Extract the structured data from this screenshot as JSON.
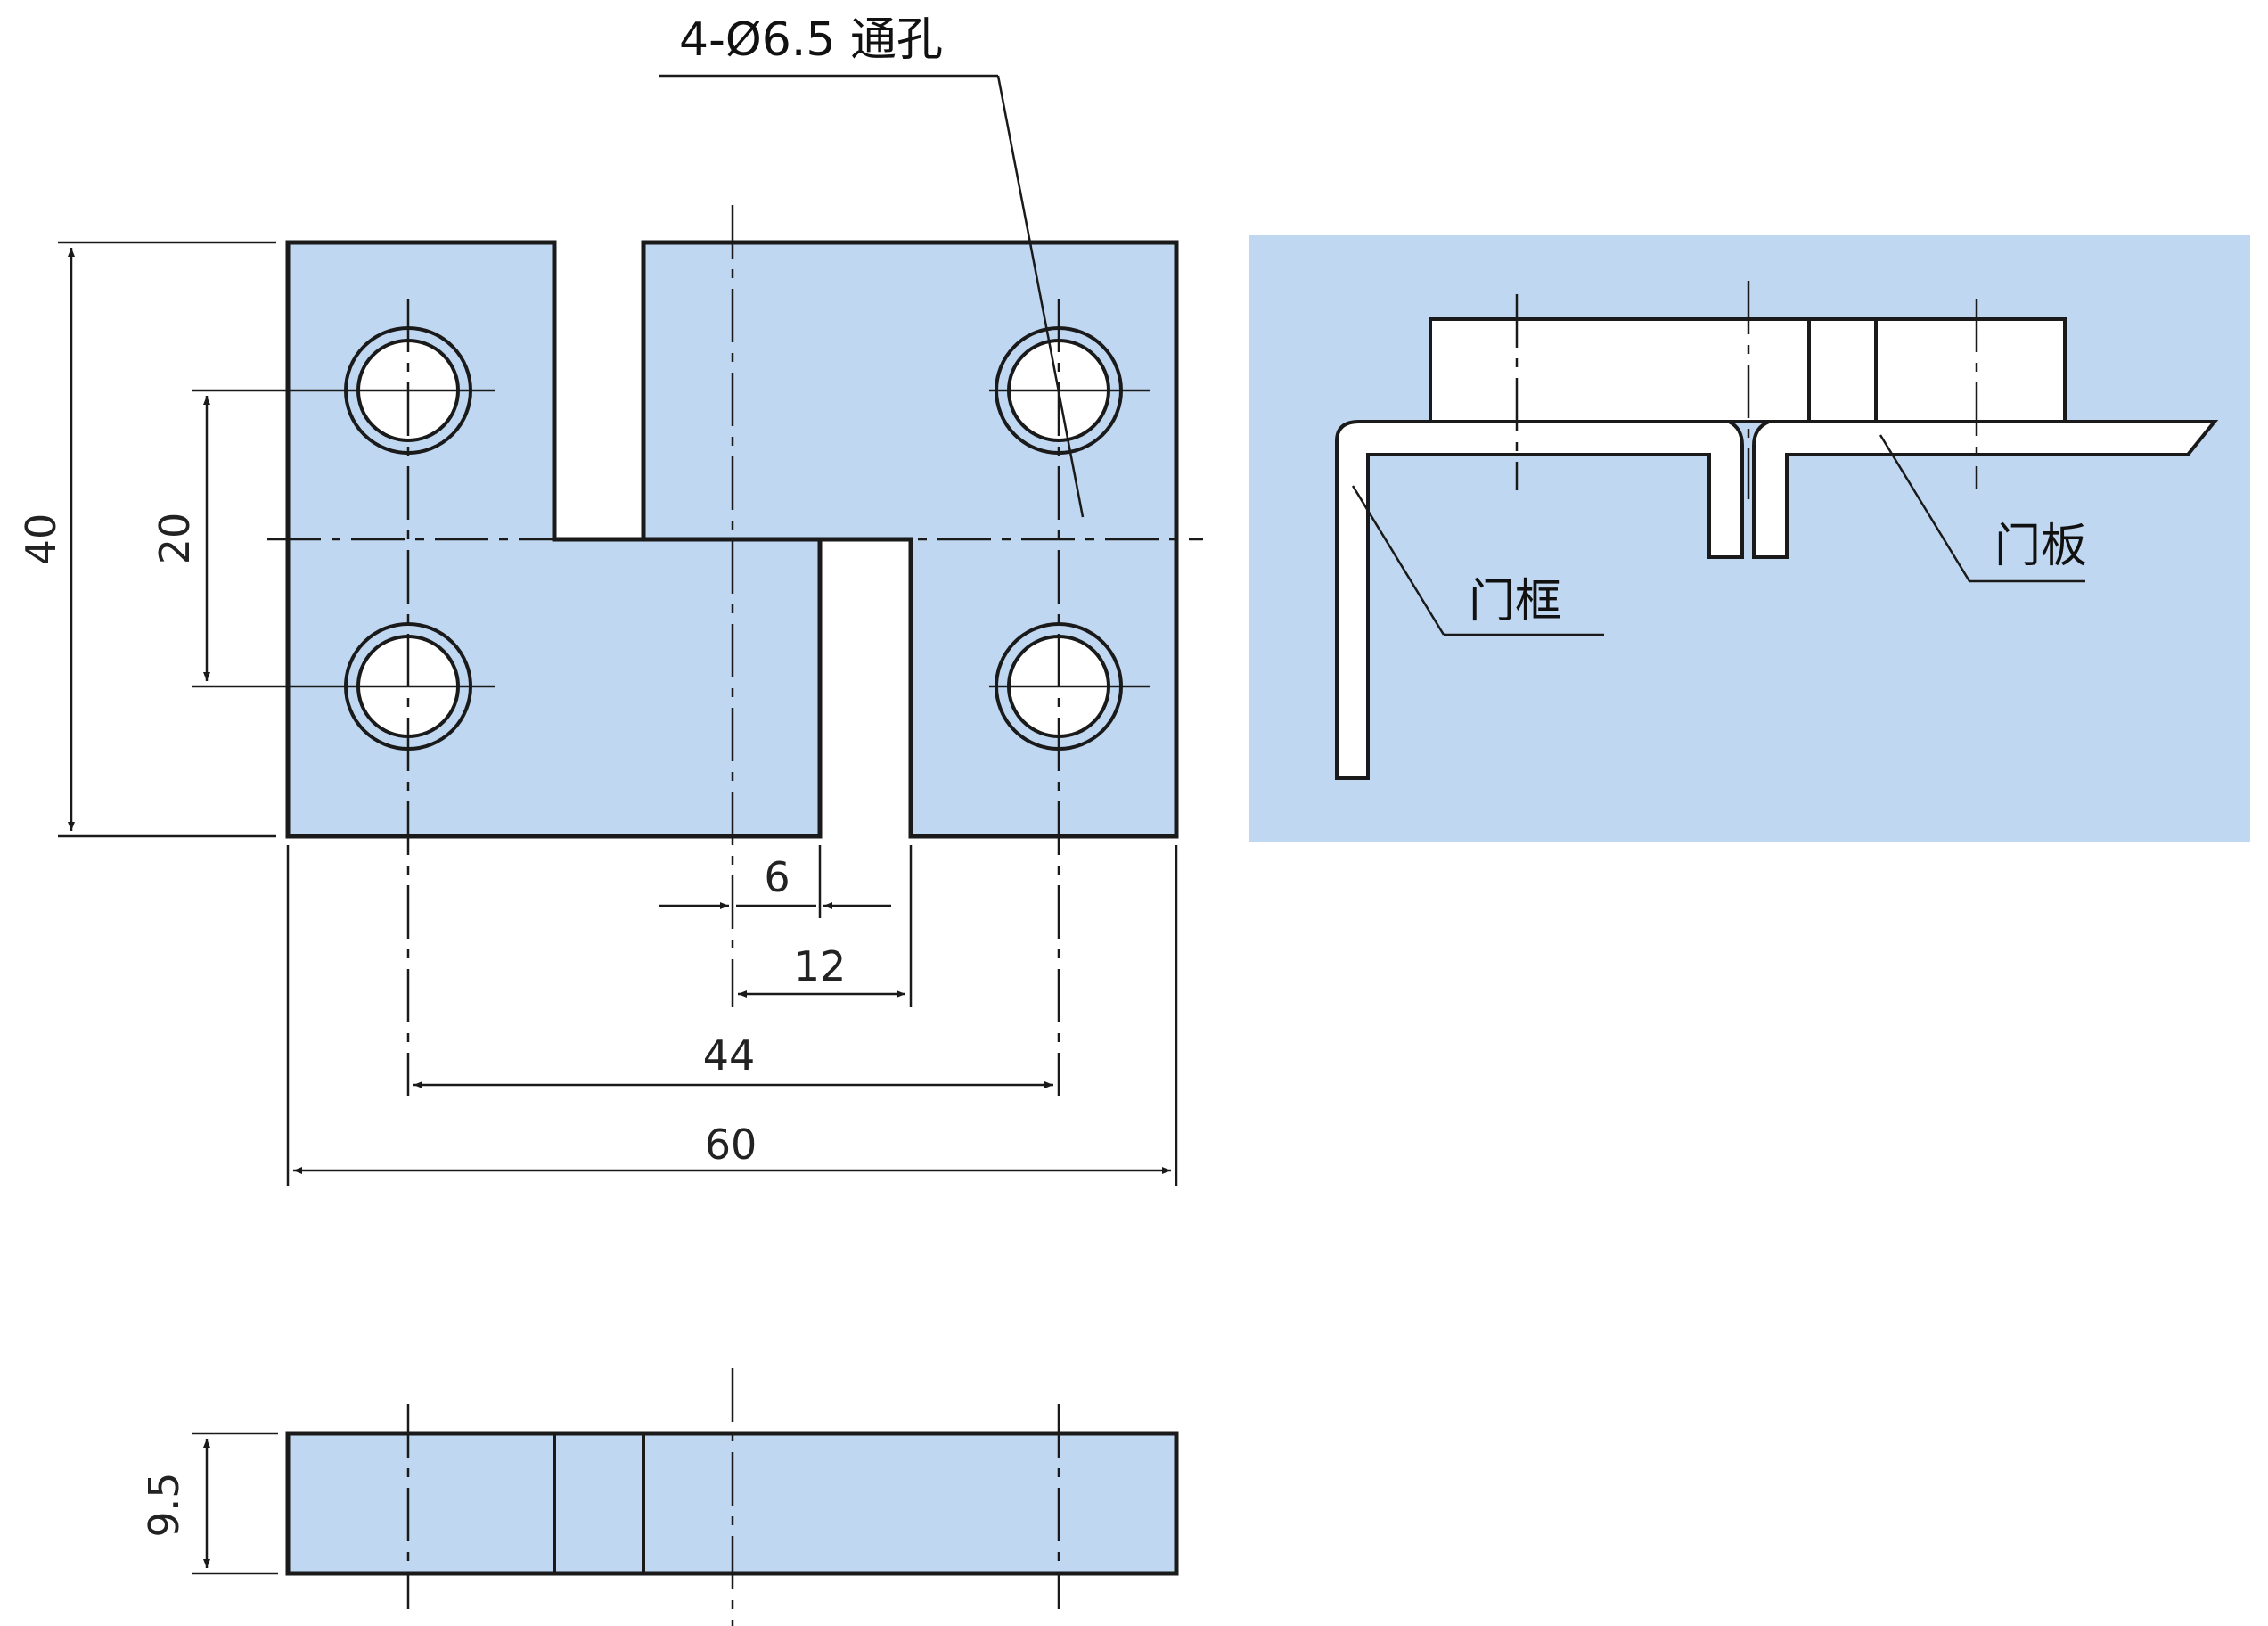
{
  "callouts": {
    "holes": "4-Ø6.5 通孔",
    "door_frame": "门框",
    "door_panel": "门板"
  },
  "dimensions": {
    "height_total": "40",
    "hole_vertical_spacing": "20",
    "slot_offset": "6",
    "slot_width": "12",
    "hole_horizontal_spacing": "44",
    "width_total": "60",
    "thickness": "9.5"
  },
  "colors": {
    "part_fill": "#bfd7f0",
    "line": "#1a1a1a"
  }
}
